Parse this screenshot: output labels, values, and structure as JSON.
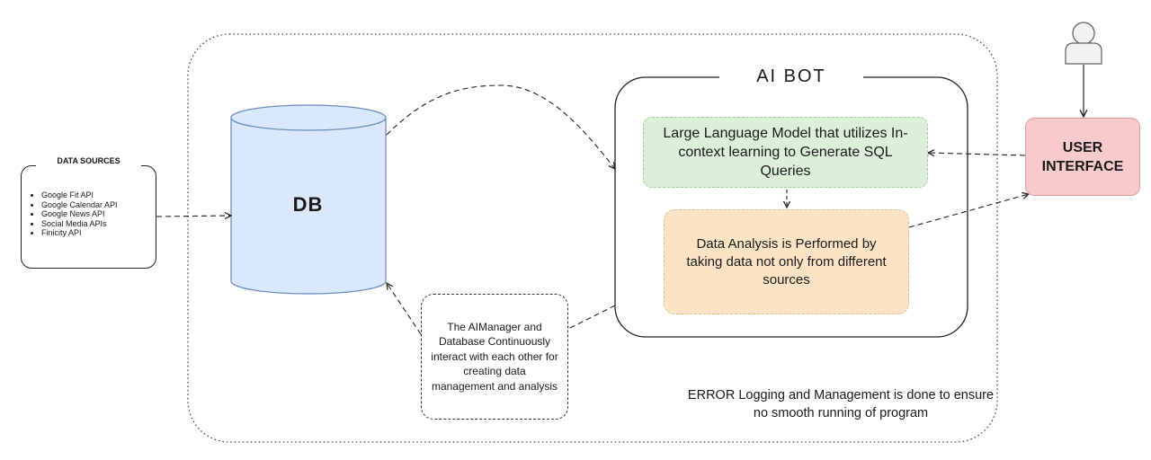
{
  "data_sources": {
    "title": "DATA SOURCES",
    "items": [
      "Google Fit API",
      "Google Calendar API",
      "Google News API",
      "Social Media APIs",
      "Finicity API"
    ]
  },
  "db": {
    "label": "DB"
  },
  "ai_bot": {
    "title": "AI BOT",
    "llm_text": "Large Language Model that utilizes In-context learning to Generate SQL Queries",
    "analysis_text": "Data Analysis is Performed by taking data not only from different sources"
  },
  "user_interface": {
    "label": "USER INTERFACE"
  },
  "manager_note": "The AIManager and Database Continuously interact with each other for creating data management and analysis",
  "error_note": "ERROR Logging and Management is done to ensure no smooth running of program",
  "colors": {
    "db_fill": "#dae8fc",
    "db_stroke": "#6c8ebf",
    "llm_fill": "#dcefd9",
    "analysis_fill": "#fce3c4",
    "ui_fill": "#f7cbcb",
    "user_icon_fill": "#f2f2f2"
  }
}
